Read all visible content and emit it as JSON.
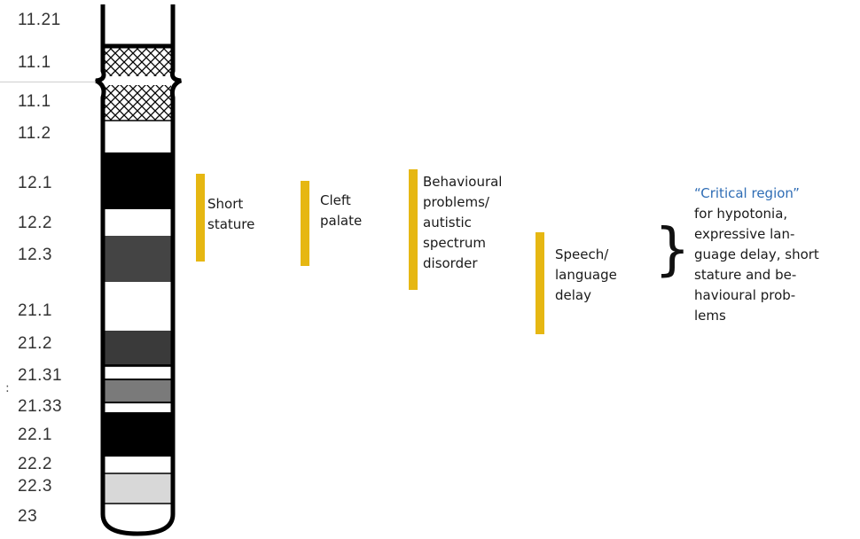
{
  "colors": {
    "accent_bar": "#e6b712",
    "critical_text": "#2f6db5"
  },
  "bands": [
    {
      "label": "11.21"
    },
    {
      "label": "11.1"
    },
    {
      "label": "11.1"
    },
    {
      "label": "11.2"
    },
    {
      "label": "12.1"
    },
    {
      "label": "12.2"
    },
    {
      "label": "12.3"
    },
    {
      "label": "21.1"
    },
    {
      "label": "21.2"
    },
    {
      "label": "21.31"
    },
    {
      "label": "21.33"
    },
    {
      "label": "22.1"
    },
    {
      "label": "22.2"
    },
    {
      "label": "22.3"
    },
    {
      "label": "23"
    }
  ],
  "stray_mark": ":",
  "features": [
    {
      "text": "Short\nstature"
    },
    {
      "text": "Cleft\npalate"
    },
    {
      "text": "Behavioural\nproblems/\nautistic\nspectrum\ndisorder"
    },
    {
      "text": "Speech/\nlanguage\ndelay"
    }
  ],
  "brace": "}",
  "critical": {
    "quote_open": "“",
    "highlight": "Critical region",
    "quote_close": "”",
    "lines": [
      "for hypotonia,",
      "expressive lan-",
      "guage delay, short",
      "stature and be-",
      "havioural prob-",
      "lems"
    ]
  }
}
